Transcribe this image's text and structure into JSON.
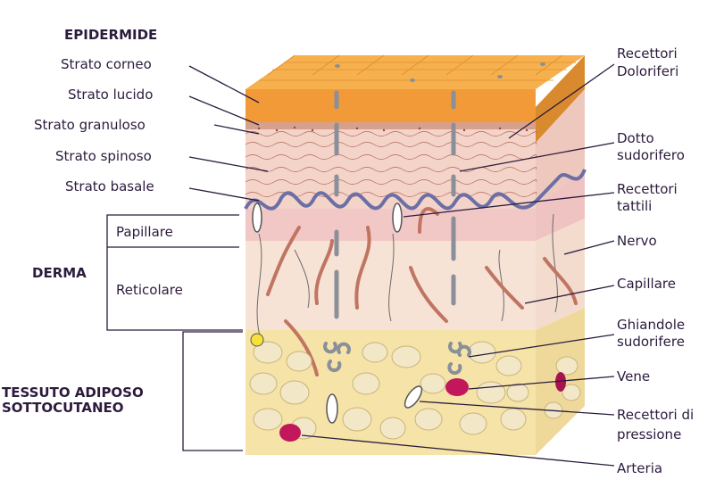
{
  "left_labels": {
    "epidermide": "EPIDERMIDE",
    "strato_corneo": "Strato corneo",
    "strato_lucido": "Strato lucido",
    "strato_granuloso": "Strato granuloso",
    "strato_spinoso": "Strato spinoso",
    "strato_basale": "Strato basale",
    "papillare": "Papillare",
    "derma": "DERMA",
    "reticolare": "Reticolare",
    "tessuto_line1": "TESSUTO ADIPOSO",
    "tessuto_line2": "SOTTOCUTANEO"
  },
  "right_labels": {
    "recettori_dolo_1": "Recettori",
    "recettori_dolo_2": "Doloriferi",
    "dotto_1": "Dotto",
    "dotto_2": "sudorifero",
    "recettori_tattili_1": "Recettori",
    "recettori_tattili_2": "tattili",
    "nervo": "Nervo",
    "capillare": "Capillare",
    "ghiandole_1": "Ghiandole",
    "ghiandole_2": "sudorifere",
    "vene": "Vene",
    "pressione_1": "Recettori di",
    "pressione_2": "pressione",
    "arteria": "Arteria"
  },
  "colors": {
    "corneo": "#f29a38",
    "corneo_top": "#f7b04e",
    "lucido": "#e9b8a0",
    "cells": "#f4d3c8",
    "basal_wave": "#6b6fa6",
    "papillare": "#f2c8c6",
    "reticolare": "#f7e2d6",
    "adiposo": "#f5e3a8",
    "fat_cell": "#f2e8c8",
    "vessel": "#c07562",
    "vein": "#c2185b",
    "nerve": "#8a8f99",
    "ink": "#2b1b3d"
  }
}
